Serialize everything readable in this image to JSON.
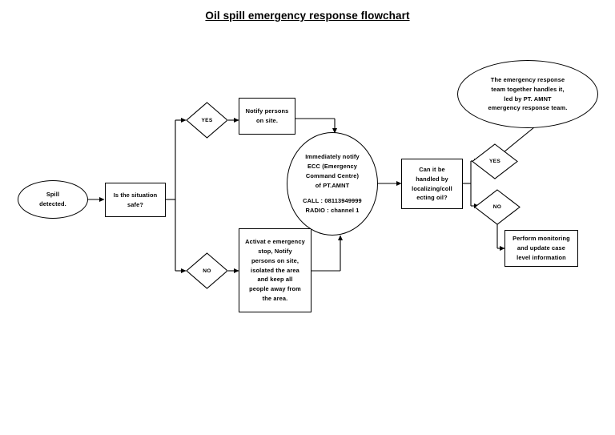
{
  "document": {
    "title": "Oil spill emergency response flowchart",
    "type": "flowchart",
    "background_color": "#ffffff",
    "line_color": "#000000",
    "text_color": "#000000"
  },
  "nodes": {
    "start": {
      "shape": "ellipse",
      "label_line1": "Spill",
      "label_line2": "detected."
    },
    "decision_safe": {
      "shape": "rectangle",
      "label_line1": "Is the situation",
      "label_line2": "safe?"
    },
    "branch_yes_safe": {
      "shape": "diamond",
      "label": "YES"
    },
    "branch_no_safe": {
      "shape": "diamond",
      "label": "NO"
    },
    "notify_persons": {
      "shape": "rectangle",
      "label_line1": "Notify persons",
      "label_line2": "on site."
    },
    "activate_stop": {
      "shape": "rectangle",
      "label_line1": "Activat e emergency",
      "label_line2": "stop, Notify",
      "label_line3": "persons on site,",
      "label_line4": "isolated the area",
      "label_line5": "and keep all",
      "label_line6": "people away from",
      "label_line7": "the area."
    },
    "notify_ecc": {
      "shape": "circle",
      "label_line1": "Immediately notify",
      "label_line2": "ECC (Emergency",
      "label_line3": "Command Centre)",
      "label_line4": "of PT.AMNT",
      "call_line": "CALL : 08113949999",
      "radio_line": "RADIO : channel 1"
    },
    "decision_handled": {
      "shape": "rectangle",
      "label_line1": "Can it be",
      "label_line2": "handled by",
      "label_line3": "localizing/coll",
      "label_line4": "ecting oil?"
    },
    "branch_yes_handled": {
      "shape": "diamond",
      "label": "YES"
    },
    "branch_no_handled": {
      "shape": "diamond",
      "label": "NO"
    },
    "response_team": {
      "shape": "ellipse",
      "label_line1": "The emergency response",
      "label_line2": "team together handles it,",
      "label_line3": "led by PT. AMNT",
      "label_line4": "emergency response team."
    },
    "perform_monitoring": {
      "shape": "rectangle",
      "label_line1": "Perform monitoring",
      "label_line2": "and update case",
      "label_line3": "level information"
    }
  },
  "edges": [
    {
      "from": "start",
      "to": "decision_safe",
      "label": ""
    },
    {
      "from": "decision_safe",
      "to": "branch_yes_safe",
      "label": "YES"
    },
    {
      "from": "decision_safe",
      "to": "branch_no_safe",
      "label": "NO"
    },
    {
      "from": "branch_yes_safe",
      "to": "notify_persons",
      "label": ""
    },
    {
      "from": "notify_persons",
      "to": "notify_ecc",
      "label": ""
    },
    {
      "from": "branch_no_safe",
      "to": "activate_stop",
      "label": ""
    },
    {
      "from": "activate_stop",
      "to": "notify_ecc",
      "label": ""
    },
    {
      "from": "notify_ecc",
      "to": "decision_handled",
      "label": ""
    },
    {
      "from": "decision_handled",
      "to": "branch_yes_handled",
      "label": "YES"
    },
    {
      "from": "decision_handled",
      "to": "branch_no_handled",
      "label": "NO"
    },
    {
      "from": "branch_yes_handled",
      "to": "response_team",
      "label": ""
    },
    {
      "from": "branch_no_handled",
      "to": "perform_monitoring",
      "label": ""
    }
  ]
}
